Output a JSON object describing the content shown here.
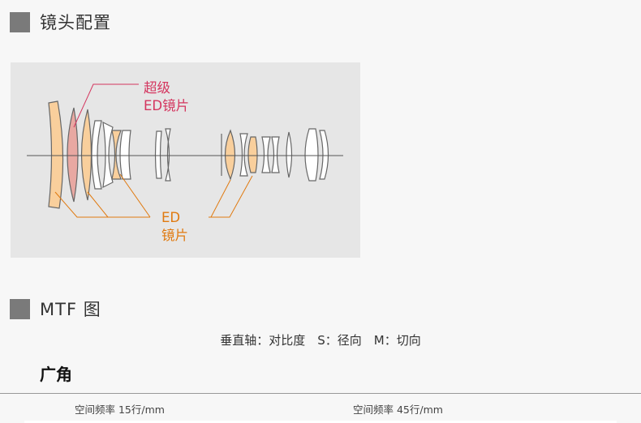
{
  "sections": {
    "lens_config": {
      "title": "镜头配置"
    },
    "mtf": {
      "title": "MTF 图"
    }
  },
  "diagram": {
    "label_super_ed": [
      "超级",
      "ED镜片"
    ],
    "label_ed": [
      "ED",
      "镜片"
    ],
    "colors": {
      "ed_fill": "#f9cf9c",
      "super_ed_fill": "#e8a8a2",
      "super_ed_label": "#d4365f",
      "ed_label": "#e07a10",
      "axis": "#555555"
    }
  },
  "mtf": {
    "legend": "垂直轴：对比度　S：径向　M：切向",
    "wide_title": "广角",
    "freq_left": "空间频率 15行/mm",
    "freq_right": "空间频率 45行/mm"
  }
}
